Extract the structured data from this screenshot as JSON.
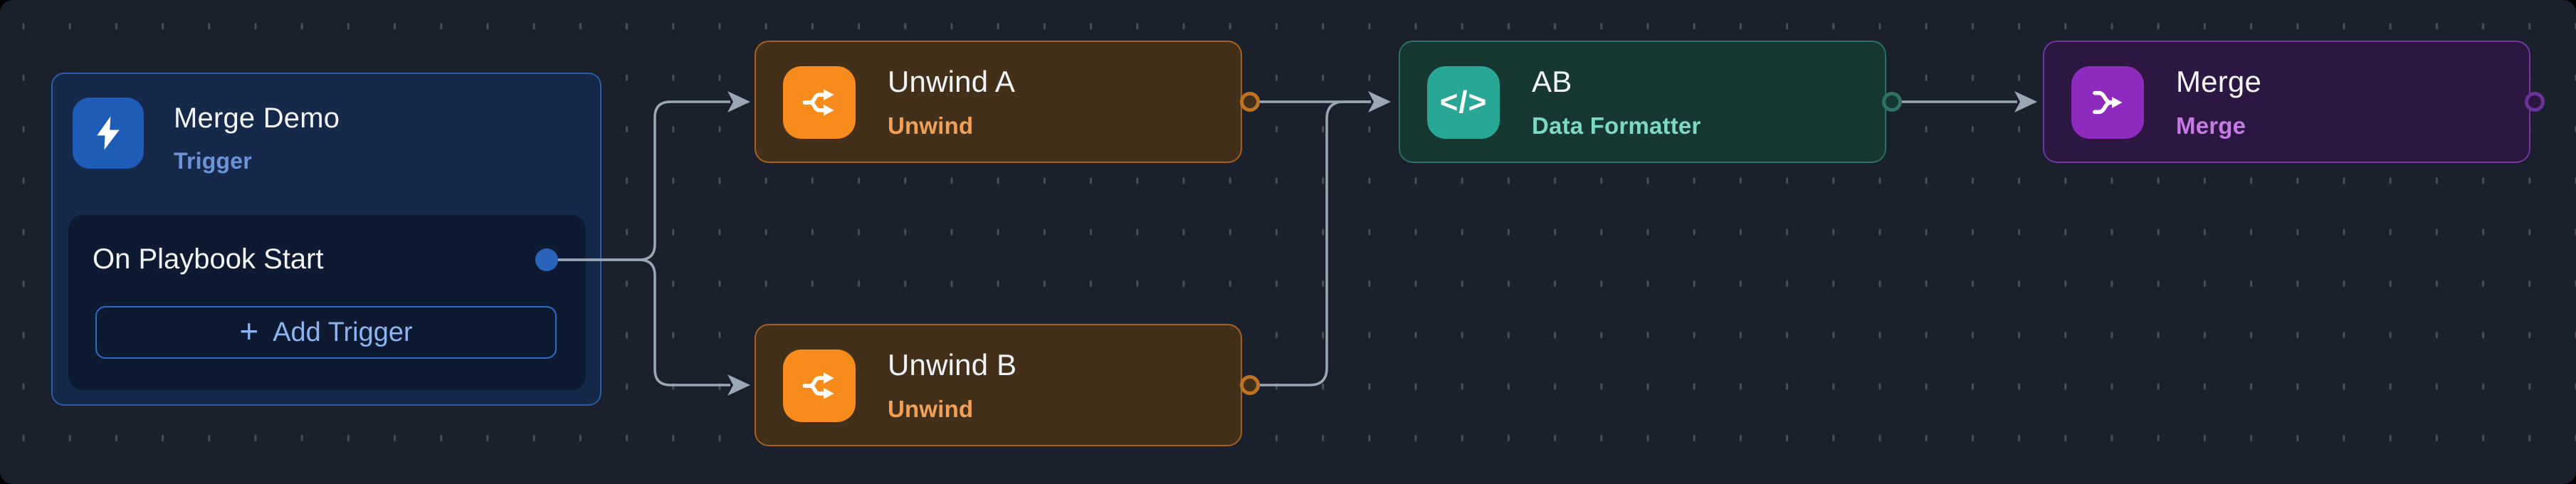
{
  "canvas": {
    "background": "#1a202c",
    "grid_dash_color": "#4a4f59",
    "edge_color": "#9aa8b6"
  },
  "nodes": {
    "trigger": {
      "title": "Merge Demo",
      "type_label": "Trigger",
      "icon": "lightning-icon",
      "accent": "#1d5cb7",
      "trigger_row_label": "On Playbook Start",
      "add_trigger_plus": "+",
      "add_trigger_label": "Add Trigger"
    },
    "unwind_a": {
      "title": "Unwind A",
      "type_label": "Unwind",
      "icon": "split-branch-icon",
      "accent": "#f78b1b"
    },
    "unwind_b": {
      "title": "Unwind B",
      "type_label": "Unwind",
      "icon": "split-branch-icon",
      "accent": "#f78b1b"
    },
    "ab": {
      "title": "AB",
      "type_label": "Data Formatter",
      "icon": "code-icon",
      "icon_glyph": "</>",
      "accent": "#29a795"
    },
    "merge": {
      "title": "Merge",
      "type_label": "Merge",
      "icon": "merge-icon",
      "accent": "#8e2abd"
    }
  },
  "edges": [
    {
      "from": "trigger",
      "to": "unwind_a"
    },
    {
      "from": "trigger",
      "to": "unwind_b"
    },
    {
      "from": "unwind_a",
      "to": "ab"
    },
    {
      "from": "unwind_b",
      "to": "ab"
    },
    {
      "from": "ab",
      "to": "merge"
    }
  ]
}
